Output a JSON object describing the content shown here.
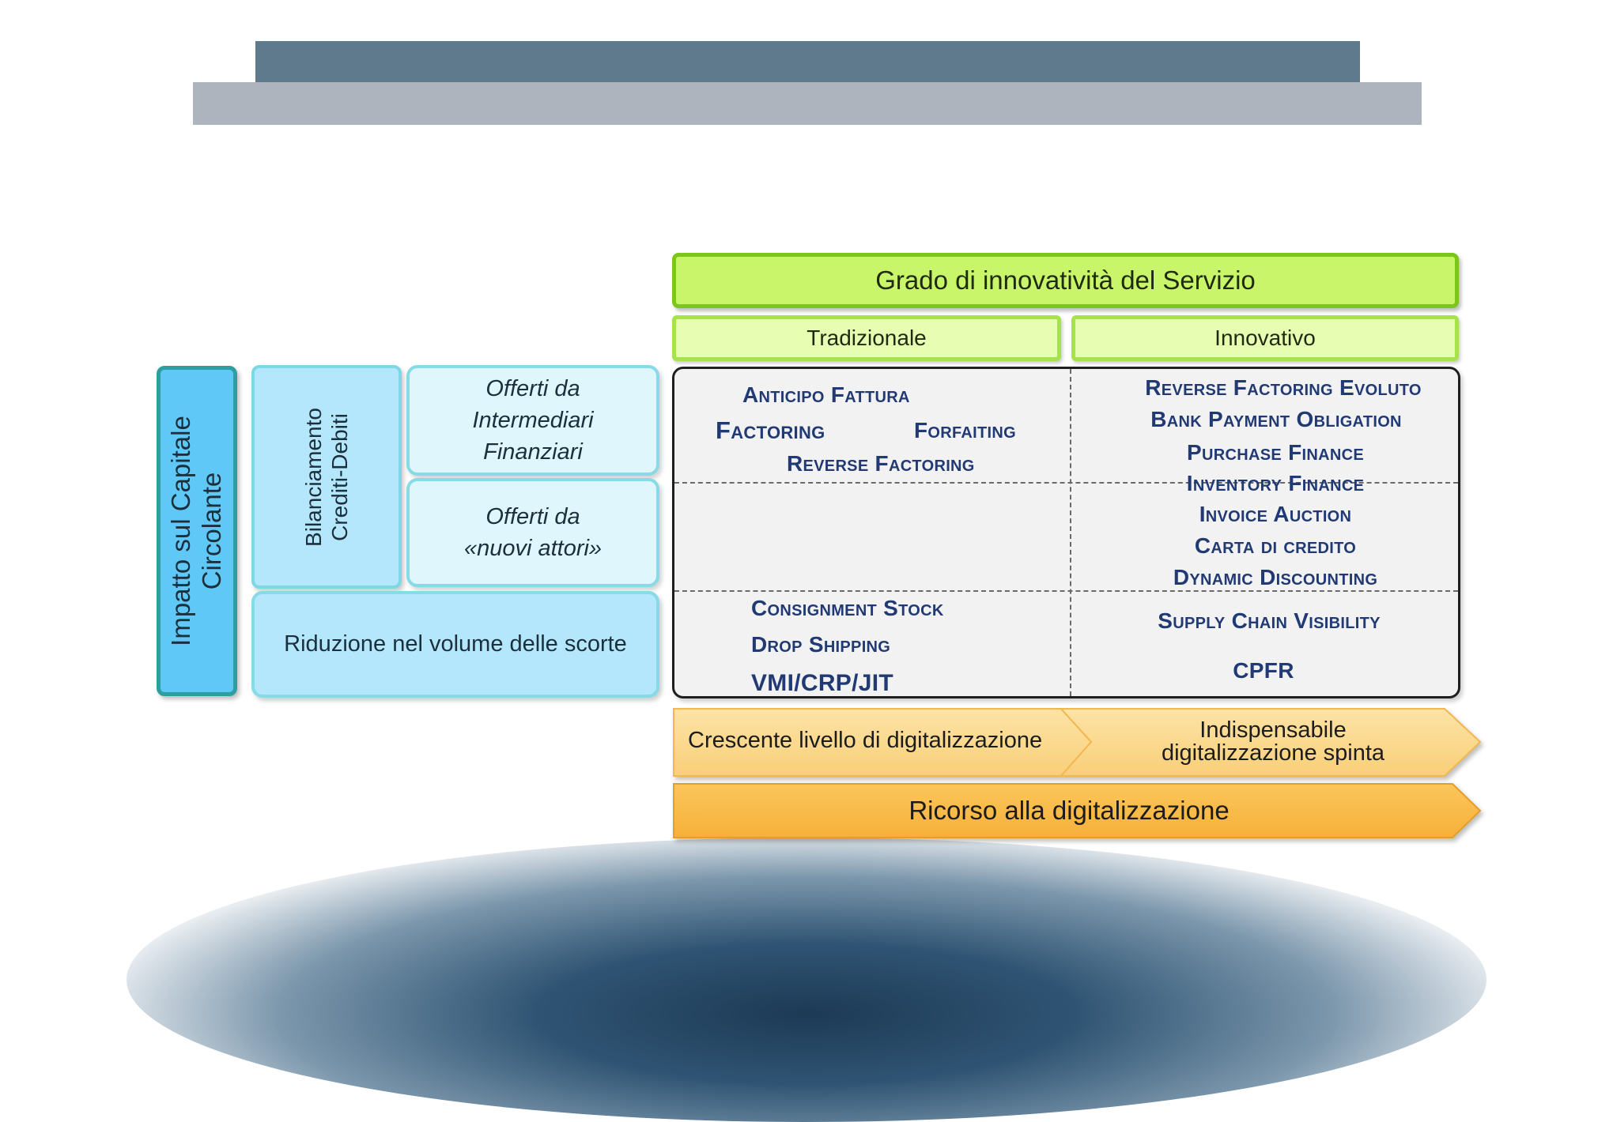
{
  "header": {
    "title": "Grado di innovatività del Servizio",
    "col_traditional": "Tradizionale",
    "col_innovative": "Innovativo"
  },
  "left": {
    "impatto": [
      "Impatto sul Capitale",
      "Circolante"
    ],
    "bilanciamento": [
      "Bilanciamento",
      "Crediti-Debiti"
    ],
    "offerti_intermediari": [
      "Offerti da",
      "Intermediari",
      "Finanziari"
    ],
    "offerti_nuovi": [
      "Offerti da",
      "«nuovi attori»"
    ],
    "riduzione": "Riduzione nel volume delle scorte"
  },
  "matrix": {
    "row1_trad": {
      "anticipo": "Anticipo Fattura",
      "factoring": "Factoring",
      "forfaiting": "Forfaiting",
      "reverse": "Reverse Factoring"
    },
    "row1_inno": [
      "Reverse Factoring Evoluto",
      "Bank Payment Obligation",
      "Purchase Finance",
      "Inventory Finance"
    ],
    "row2_inno": [
      "Invoice Auction",
      "Carta di credito",
      "Dynamic Discounting"
    ],
    "row3_trad": [
      "Consignment Stock",
      "Drop Shipping",
      "VMI/CRP/JIT"
    ],
    "row3_inno": [
      "Supply Chain Visibility",
      "CPFR"
    ]
  },
  "arrows": {
    "growing": "Crescente livello di digitalizzazione",
    "indispensable": [
      "Indispensabile",
      "digitalizzazione spinta"
    ],
    "ricorso": "Ricorso alla digitalizzazione"
  },
  "colors": {
    "header_green": "#c9f56b",
    "header_border": "#7cc61a",
    "left_blue": "#60c8f6",
    "text_navy": "#223a73",
    "arrow_orange": "#f9bc4a"
  }
}
